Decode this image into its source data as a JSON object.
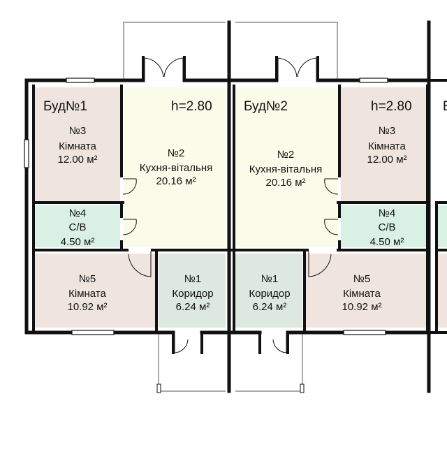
{
  "units": [
    {
      "name": "Буд№1",
      "height": "h=2.80",
      "rooms": {
        "room3": {
          "no": "№3",
          "type": "Кімната",
          "area": "12.00 м²"
        },
        "kitchen": {
          "no": "№2",
          "type": "Кухня-вітальня",
          "area": "20.16 м²"
        },
        "bath": {
          "no": "№4",
          "type": "С/В",
          "area": "4.50 м²"
        },
        "room5": {
          "no": "№5",
          "type": "Кімната",
          "area": "10.92 м²"
        },
        "corridor": {
          "no": "№1",
          "type": "Коридор",
          "area": "6.24 м²"
        }
      }
    },
    {
      "name": "Буд№2",
      "height": "h=2.80",
      "rooms": {
        "kitchen": {
          "no": "№2",
          "type": "Кухня-вітальня",
          "area": "20.16 м²"
        },
        "room3": {
          "no": "№3",
          "type": "Кімната",
          "area": "12.00 м²"
        },
        "bath": {
          "no": "№4",
          "type": "С/В",
          "area": "4.50 м²"
        },
        "corridor": {
          "no": "№1",
          "type": "Коридор",
          "area": "6.24 м²"
        },
        "room5": {
          "no": "№5",
          "type": "Кімната",
          "area": "10.92 м²"
        }
      }
    }
  ],
  "partial_label": "Б",
  "colors": {
    "room": "#efe5de",
    "kitchen": "#fbfbe9",
    "bath": "#d9f0e4",
    "corridor": "#dde9e0",
    "wall": "#111111"
  }
}
